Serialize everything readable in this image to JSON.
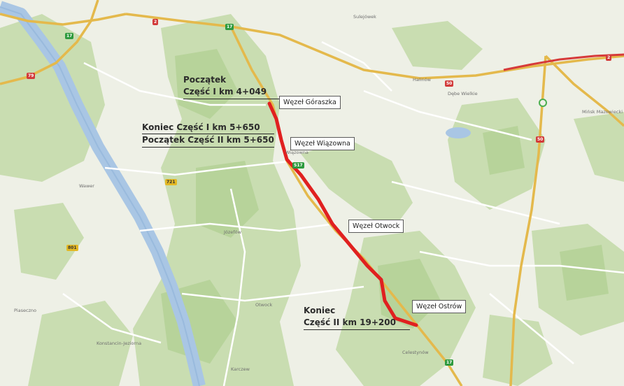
{
  "map": {
    "colors": {
      "land": "#eef0e6",
      "forest": "#c7dcae",
      "forest_dark": "#b5d197",
      "river": "#a9c6e4",
      "road_major": "#e4b94c",
      "road_minor": "#ffffff",
      "route": "#e02020"
    },
    "annotations": {
      "start1_a": "Początek",
      "start1_b": "Część I km 4+049",
      "end1_a": "Koniec Część I km 5+650",
      "end1_b": "Początek Część II km 5+650",
      "end2_a": "Koniec",
      "end2_b": "Część II km 19+200"
    },
    "junctions": {
      "goraszka": "Węzeł Góraszka",
      "wiazowna": "Węzeł Wiązowna",
      "otwock": "Węzeł Otwock",
      "ostrow": "Węzeł Ostrów"
    },
    "places": {
      "minsk": "Mińsk Mazowiecki",
      "konstancin": "Konstancin-Jeziorna",
      "otwock": "Otwock",
      "karczew": "Karczew",
      "wiazowna": "Wiązowna",
      "halinow": "Halinów",
      "sulejowek": "Sulejówek",
      "jozefow": "Józefów",
      "celestynow": "Celestynów",
      "debe_wielkie": "Dębe Wielkie",
      "wawer": "Wawer",
      "piaseczno": "Piaseczno"
    },
    "shields": {
      "s2": "2",
      "s17a": "17",
      "s17b": "17",
      "s17c": "S17",
      "s50": "50",
      "s721": "721",
      "s801": "801",
      "s2b": "2",
      "s79": "79",
      "s50b": "50",
      "s17d": "17"
    }
  }
}
